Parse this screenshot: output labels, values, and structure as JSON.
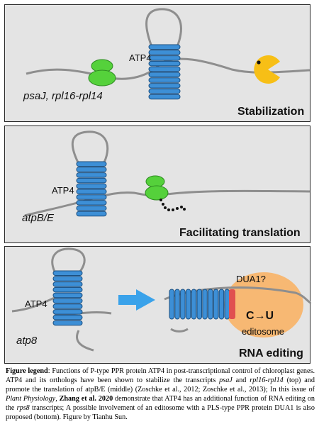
{
  "panel1": {
    "label_atp4": "ATP4",
    "gene_label": "psaJ, rpl16-rpl14",
    "title": "Stabilization"
  },
  "panel2": {
    "label_atp4": "ATP4",
    "gene_label": "atpB/E",
    "title": "Facilitating translation"
  },
  "panel3": {
    "label_atp4": "ATP4",
    "gene_label": "atp8",
    "label_dua1": "DUA1?",
    "label_conversion": "C→U",
    "label_editosome": "editosome",
    "title": "RNA editing"
  },
  "legend": {
    "bold_lead": "Figure legend",
    "t1": ": Functions of P-type PPR protein ATP4 in post-transcriptional control of chloroplast genes. ATP4 and its orthologs have been shown to stabilize the transcripts ",
    "i1": "psaJ",
    "t2": " and ",
    "i2": "rpl16-rpl14",
    "t3": " (top) and promote the translation of atpB/E (middle) (Zoschke et al., 2012; Zoschke et al., 2013); In this issue of ",
    "i3": "Plant Physiology",
    "t4": ", ",
    "b2": "Zhang et al. 2020",
    "t5": " demonstrate that ATP4 has an additional function of RNA editing on the ",
    "i4": "rps8",
    "t6": " transcripts; A possible involvement of an editosome with a PLS-type PPR protein DUA1 is also proposed (bottom). Figure by Tianhu Sun."
  },
  "colors": {
    "panel_bg": "#e4e4e4",
    "rna_strand": "#8e8e8e",
    "ppr_blue": "#3d8fd6",
    "ribosome_green": "#55d13b",
    "pacman_yellow": "#f7bf16",
    "editosome_orange": "#f7b873",
    "dua1_red": "#e05050",
    "arrow_blue": "#3aa2ea"
  },
  "icons": [
    "ppr-protein-coil",
    "ribosome-icon",
    "pacman-nuclease-icon",
    "right-arrow-icon",
    "peptide-chain-icon"
  ]
}
